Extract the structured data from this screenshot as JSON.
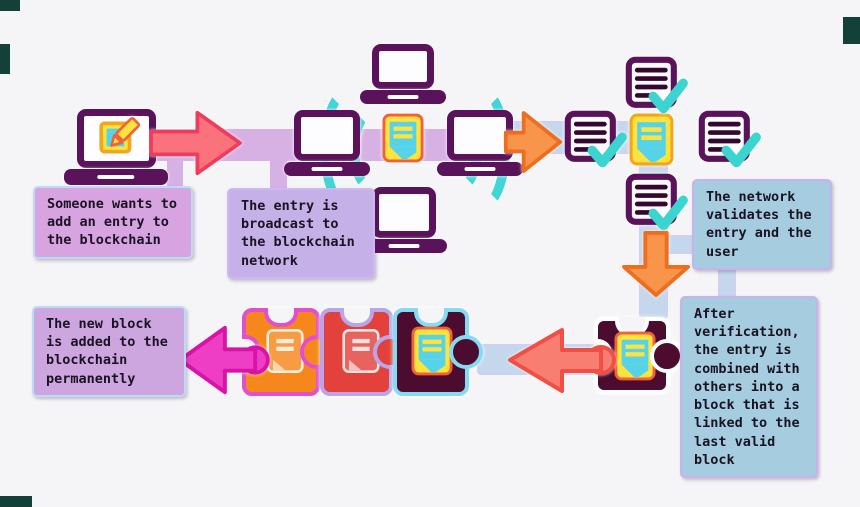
{
  "steps": [
    {
      "id": "step-1",
      "label": "Someone wants to add an entry to the blockchain"
    },
    {
      "id": "step-2",
      "label": "The entry is broadcast to the blockchain network"
    },
    {
      "id": "step-3",
      "label": "The network validates the entry and the user"
    },
    {
      "id": "step-4",
      "label": "After verification, the entry is combined with others into a block that is linked to the last valid block"
    },
    {
      "id": "step-5",
      "label": "The new block is added to the blockchain permanently"
    }
  ],
  "icons": {
    "laptop": {
      "name": "laptop-icon",
      "color": "#5a135a",
      "count": 5
    },
    "edit_note": {
      "name": "edit-note-icon",
      "colors": [
        "#ffe33c",
        "#55d3ea",
        "#f0603a"
      ]
    },
    "broadcast_waves": {
      "name": "wifi-waves-icon",
      "color": "#41d5d3"
    },
    "entry_note": {
      "name": "entry-note-icon",
      "colors": [
        "#ffe33c",
        "#55d3ea"
      ]
    },
    "document": {
      "name": "document-icon",
      "color": "#5a135a",
      "count": 4
    },
    "checkmark": {
      "name": "checkmark-icon",
      "color": "#3bd4d1"
    },
    "puzzle_blocks": {
      "name": "puzzle-piece-icon",
      "colors": [
        "#f6871d",
        "#e2423b",
        "#4b0c30"
      ]
    }
  },
  "arrows": [
    {
      "name": "arrow-step1-step2",
      "direction": "right",
      "color": "#fa737c"
    },
    {
      "name": "arrow-step2-step3",
      "direction": "right",
      "color": "#f8954a"
    },
    {
      "name": "arrow-step3-step4",
      "direction": "down",
      "color": "#f8954a"
    },
    {
      "name": "arrow-step4-chain",
      "direction": "left",
      "color": "#f97e72"
    },
    {
      "name": "arrow-chain-step5",
      "direction": "left",
      "color": "#ef3ec6"
    }
  ],
  "colors": {
    "background": "#f5f4f6",
    "lavender_connector": "#d7b0e4",
    "blue_connector": "#c4d7ec",
    "box_purple": "#d7a3e0",
    "box_blue": "#a6cddf",
    "dark_purple": "#5a135a"
  }
}
